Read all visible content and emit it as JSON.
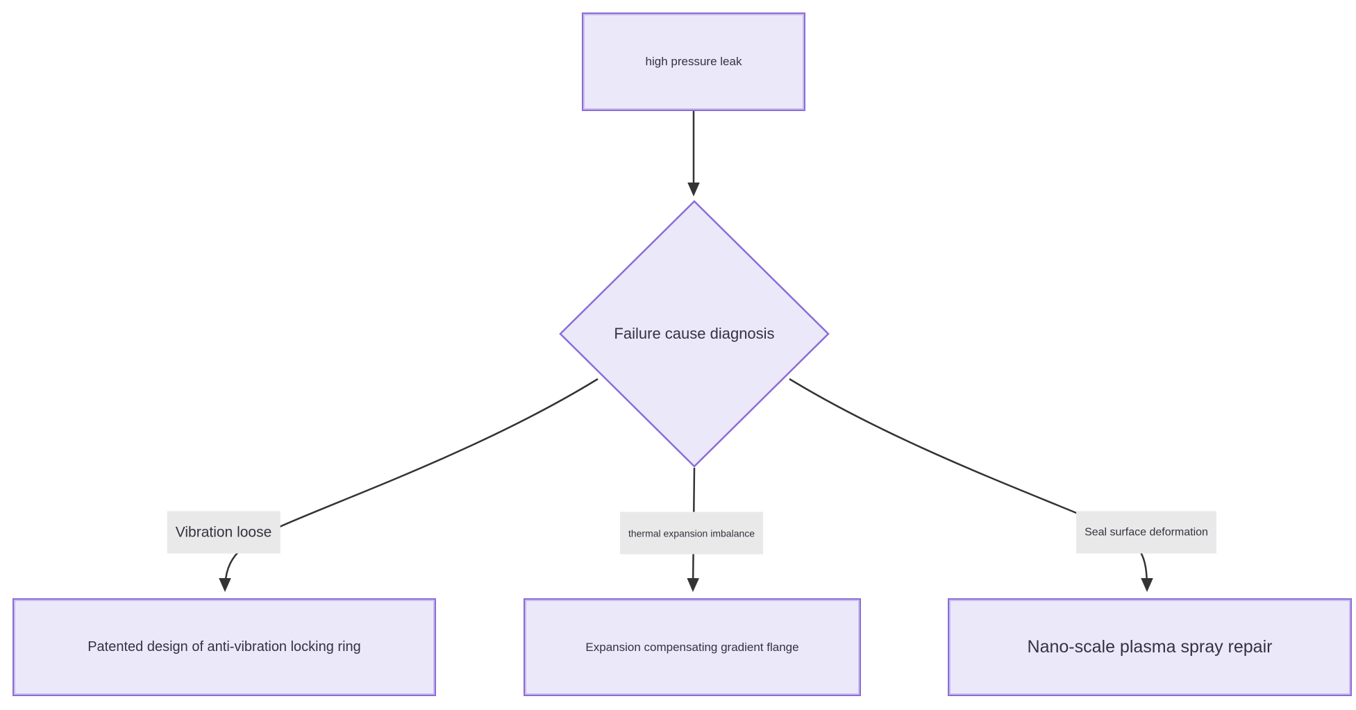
{
  "diagram": {
    "type": "flowchart",
    "direction": "top-down",
    "colors": {
      "node_fill": "#ebe8fa",
      "node_border": "#8b6cd6",
      "node_border_inner": "#c9bcec",
      "edge_color": "#333333",
      "label_bg": "#e9e9e9",
      "text_color": "#333340",
      "canvas_bg": "#ffffff"
    },
    "nodes": {
      "root": {
        "label": "high pressure leak",
        "shape": "rectangle"
      },
      "decision": {
        "label": "Failure cause diagnosis",
        "shape": "diamond"
      },
      "solution_left": {
        "label": "Patented design of anti-vibration locking ring",
        "shape": "rectangle"
      },
      "solution_middle": {
        "label": "Expansion compensating gradient flange",
        "shape": "rectangle"
      },
      "solution_right": {
        "label": "Nano-scale plasma spray repair",
        "shape": "rectangle"
      }
    },
    "edges": [
      {
        "from": "root",
        "to": "decision",
        "label": ""
      },
      {
        "from": "decision",
        "to": "solution_left",
        "label": "Vibration loose"
      },
      {
        "from": "decision",
        "to": "solution_middle",
        "label": "thermal expansion imbalance"
      },
      {
        "from": "decision",
        "to": "solution_right",
        "label": "Seal surface deformation"
      }
    ],
    "edge_labels": [
      {
        "label": "Vibration loose"
      },
      {
        "label": "thermal expansion imbalance"
      },
      {
        "label": "Seal surface deformation"
      }
    ]
  }
}
